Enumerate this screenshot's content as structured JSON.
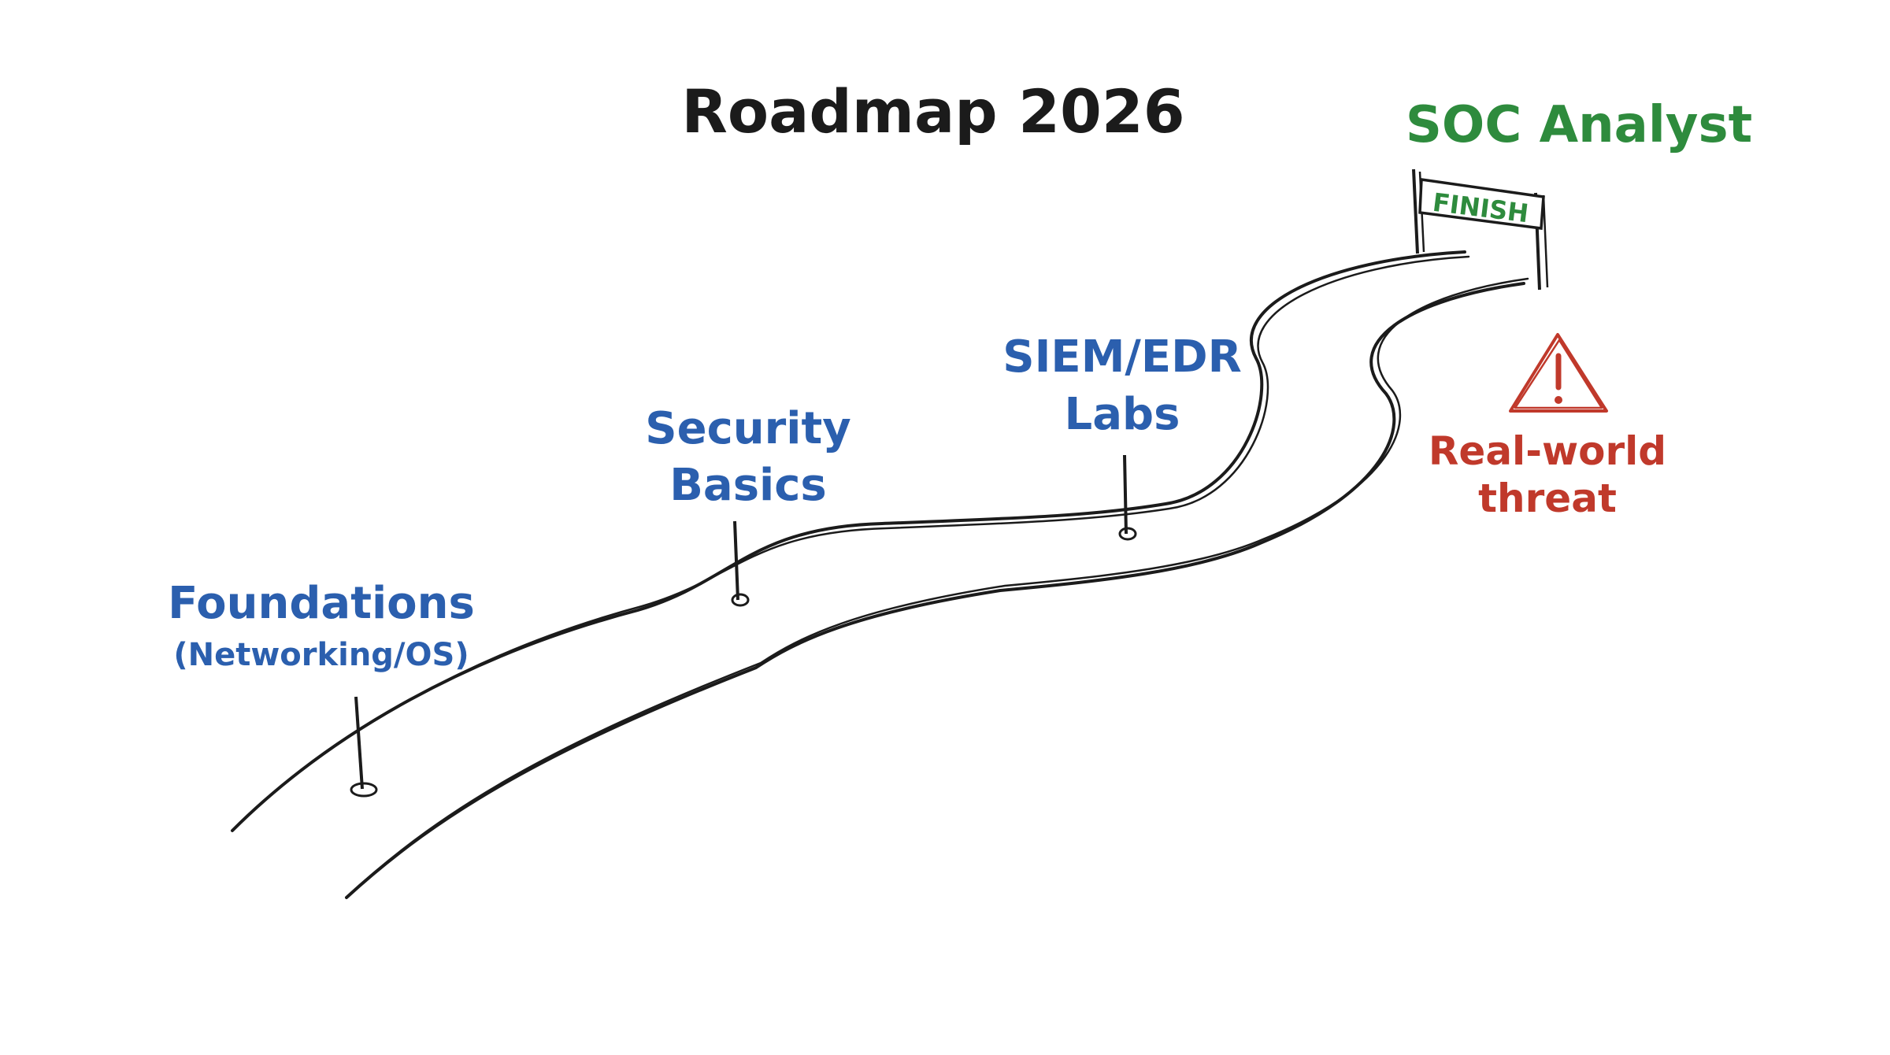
{
  "title": "Roadmap 2026",
  "goal": {
    "label": "SOC Analyst",
    "banner_text": "FINISH",
    "color": "#2e8b3d"
  },
  "milestones": [
    {
      "line1": "Foundations",
      "line2": "(Networking/OS)"
    },
    {
      "line1": "Security",
      "line2": "Basics"
    },
    {
      "line1": "SIEM/EDR",
      "line2": "Labs"
    }
  ],
  "warning": {
    "line1": "Real-world",
    "line2": "threat",
    "icon": "warning-triangle-icon",
    "color": "#c0392b"
  },
  "colors": {
    "ink": "#1b1b1b",
    "milestone": "#2b5fae",
    "goal": "#2e8b3d",
    "warning": "#c0392b"
  }
}
